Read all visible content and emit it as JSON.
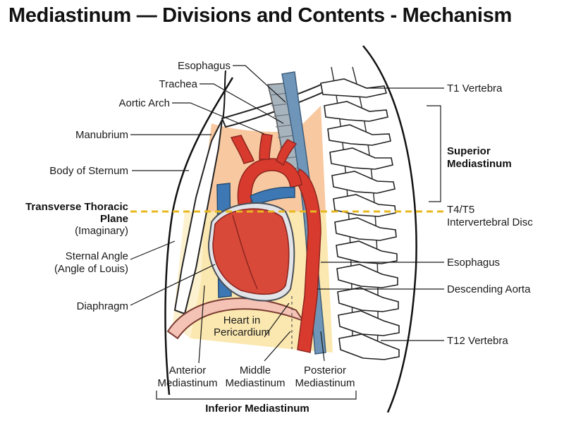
{
  "title": "Mediastinum — Divisions and Contents - Mechanism",
  "labels": {
    "esophagus_top": "Esophagus",
    "trachea": "Trachea",
    "aortic_arch": "Aortic Arch",
    "manubrium": "Manubrium",
    "body_of_sternum": "Body of Sternum",
    "transverse_plane_line1": "Transverse Thoracic",
    "transverse_plane_line2": "Plane",
    "transverse_plane_note": "(Imaginary)",
    "sternal_angle_line1": "Sternal Angle",
    "sternal_angle_line2": "(Angle of Louis)",
    "diaphragm": "Diaphragm",
    "heart_line1": "Heart in",
    "heart_line2": "Pericardium",
    "anterior_line1": "Anterior",
    "anterior_line2": "Mediastinum",
    "middle_line1": "Middle",
    "middle_line2": "Mediastinum",
    "posterior_line1": "Posterior",
    "posterior_line2": "Mediastinum",
    "inferior_mediastinum": "Inferior Mediastinum",
    "t1_vertebra": "T1 Vertebra",
    "superior_line1": "Superior",
    "superior_line2": "Mediastinum",
    "t4t5_line1": "T4/T5",
    "t4t5_line2": "Intervertebral Disc",
    "esophagus_right": "Esophagus",
    "descending_aorta": "Descending Aorta",
    "t12_vertebra": "T12 Vertebra"
  },
  "colors": {
    "superior_region": "#f8c9a0",
    "inferior_region": "#fbe8b0",
    "aorta": "#d83a2e",
    "vein": "#3e78b4",
    "esophagus": "#6f96b8",
    "trachea": "#a7b3bd",
    "heart": "#d9493a",
    "plane_line": "#e8b820"
  }
}
